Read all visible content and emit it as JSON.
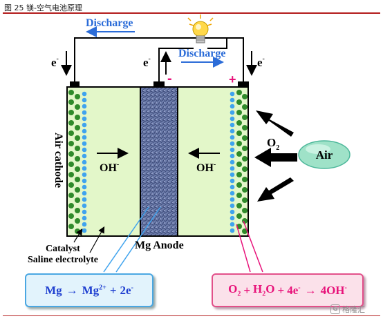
{
  "caption": "图 25 镁-空气电池原理",
  "labels": {
    "discharge_top": "Discharge",
    "discharge_inner": "Discharge",
    "electron": "e",
    "electron_sup": "-",
    "minus": "-",
    "plus": "+",
    "o2": "O",
    "o2_sub": "2",
    "air": "Air",
    "air_cathode": "Air cathode",
    "oh": "OH",
    "oh_sup": "-",
    "mg_anode": "Mg Anode",
    "catalyst": "Catalyst",
    "saline_electrolyte": "Saline electrolyte"
  },
  "equations": {
    "anode": {
      "lhs": "Mg",
      "arrow": "→",
      "rhs1": "Mg",
      "rhs1_sup": "2+",
      "plus": "+",
      "rhs2": "2e",
      "rhs2_sup": "-"
    },
    "cathode": {
      "a": "O",
      "a_sub": "2",
      "plus1": "+",
      "b1": "H",
      "b_sub": "2",
      "b2": "O",
      "plus2": "+",
      "c": "4e",
      "c_sup": "-",
      "arrow": "→",
      "d": "4OH",
      "d_sup": "-"
    }
  },
  "watermark": "格隆汇",
  "colors": {
    "electrolyte": "#e3f7c9",
    "anode": "#6d7dab",
    "catalyst_dot": "#2f8a2a",
    "blue_dot": "#3fa3ee",
    "accent_red": "#e8127a",
    "discharge_blue": "#2b6cd8",
    "rule_red": "#b31b1b"
  },
  "icons": [
    "light-bulb-icon",
    "arrow-icon"
  ]
}
